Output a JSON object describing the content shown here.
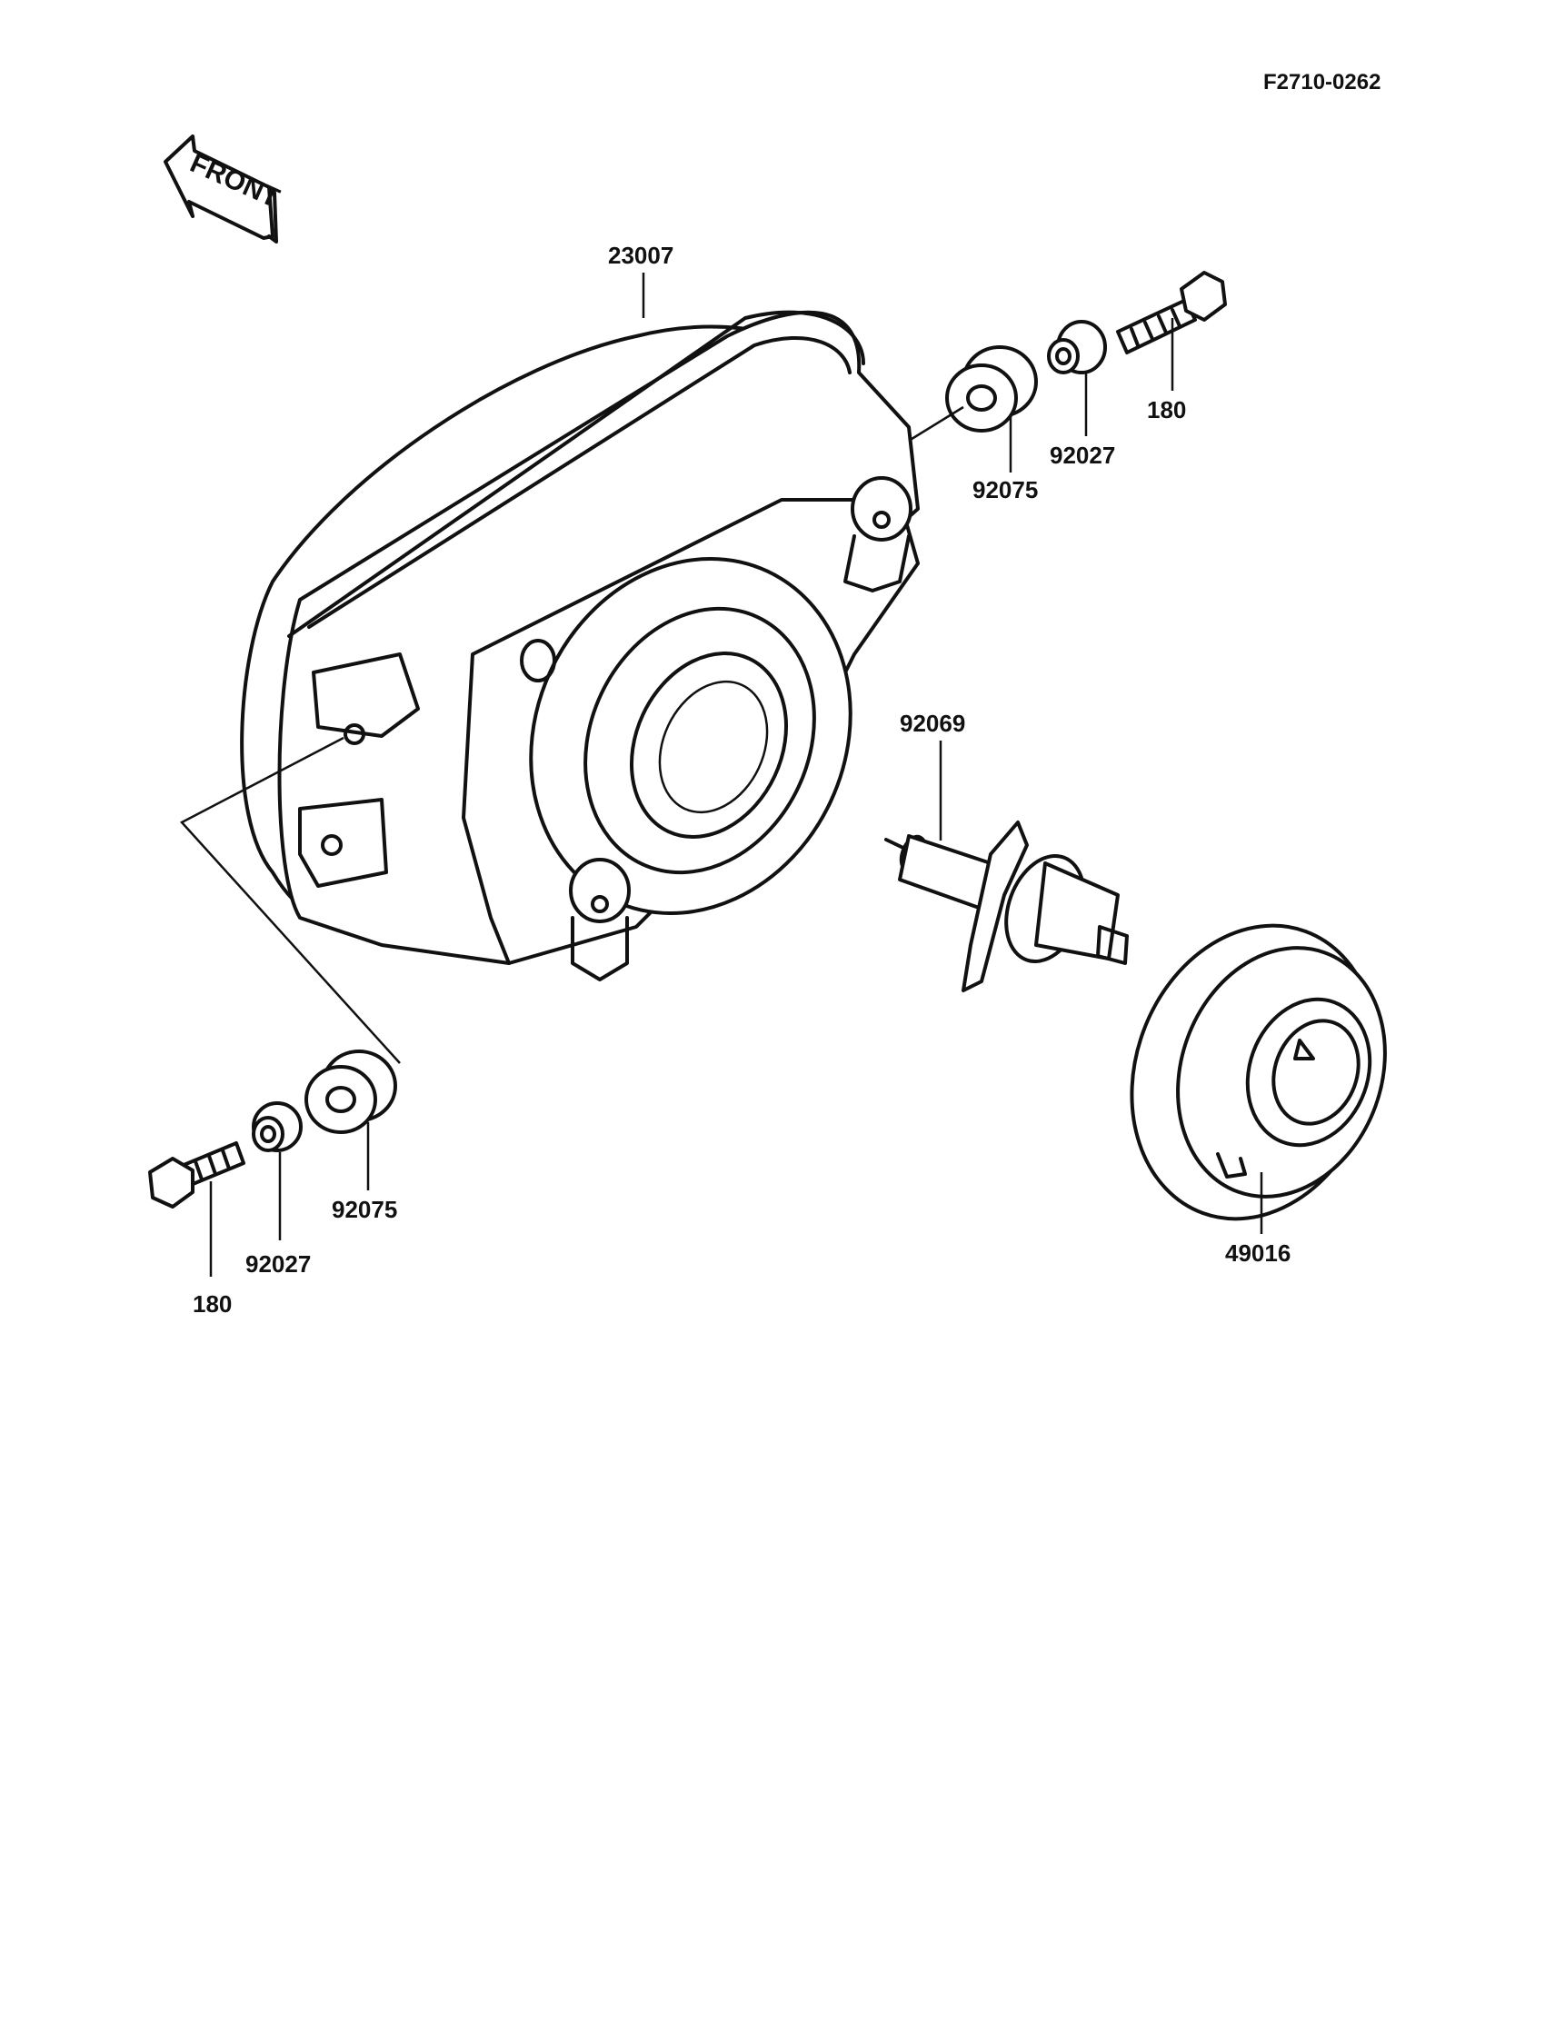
{
  "diagram": {
    "figure_code": "F2710-0262",
    "front_label": "FRONT",
    "colors": {
      "ink": "#111111",
      "paper": "#ffffff"
    },
    "parts": {
      "headlight_unit": "23007",
      "grommet_right": "92075",
      "collar_right": "92027",
      "bolt_right": "180",
      "bulb": "92069",
      "socket_cover": "49016",
      "grommet_left": "92075",
      "collar_left": "92027",
      "bolt_left": "180"
    }
  }
}
